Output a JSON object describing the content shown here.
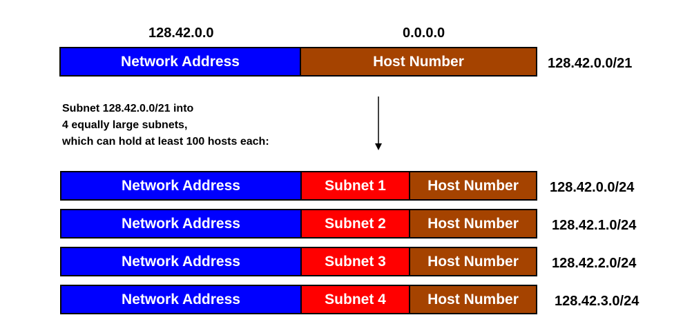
{
  "colors": {
    "network": "#0000ff",
    "subnet": "#ff0000",
    "host": "#a54300",
    "text": "#000000"
  },
  "top": {
    "network_addr": "128.42.0.0",
    "host_addr": "0.0.0.0",
    "network_label": "Network Address",
    "host_label": "Host Number",
    "cidr": "128.42.0.0/21"
  },
  "description": [
    "Subnet 128.42.0.0/21 into",
    "4 equally large subnets,",
    "which can hold at least 100 hosts each:"
  ],
  "arrow_icon": "down-arrow-icon",
  "rows": [
    {
      "network_label": "Network Address",
      "subnet_label": "Subnet 1",
      "host_label": "Host Number",
      "cidr": "128.42.0.0/24"
    },
    {
      "network_label": "Network Address",
      "subnet_label": "Subnet 2",
      "host_label": "Host Number",
      "cidr": "128.42.1.0/24"
    },
    {
      "network_label": "Network Address",
      "subnet_label": "Subnet 3",
      "host_label": "Host Number",
      "cidr": "128.42.2.0/24"
    },
    {
      "network_label": "Network Address",
      "subnet_label": "Subnet 4",
      "host_label": "Host Number",
      "cidr": "128.42.3.0/24"
    }
  ]
}
